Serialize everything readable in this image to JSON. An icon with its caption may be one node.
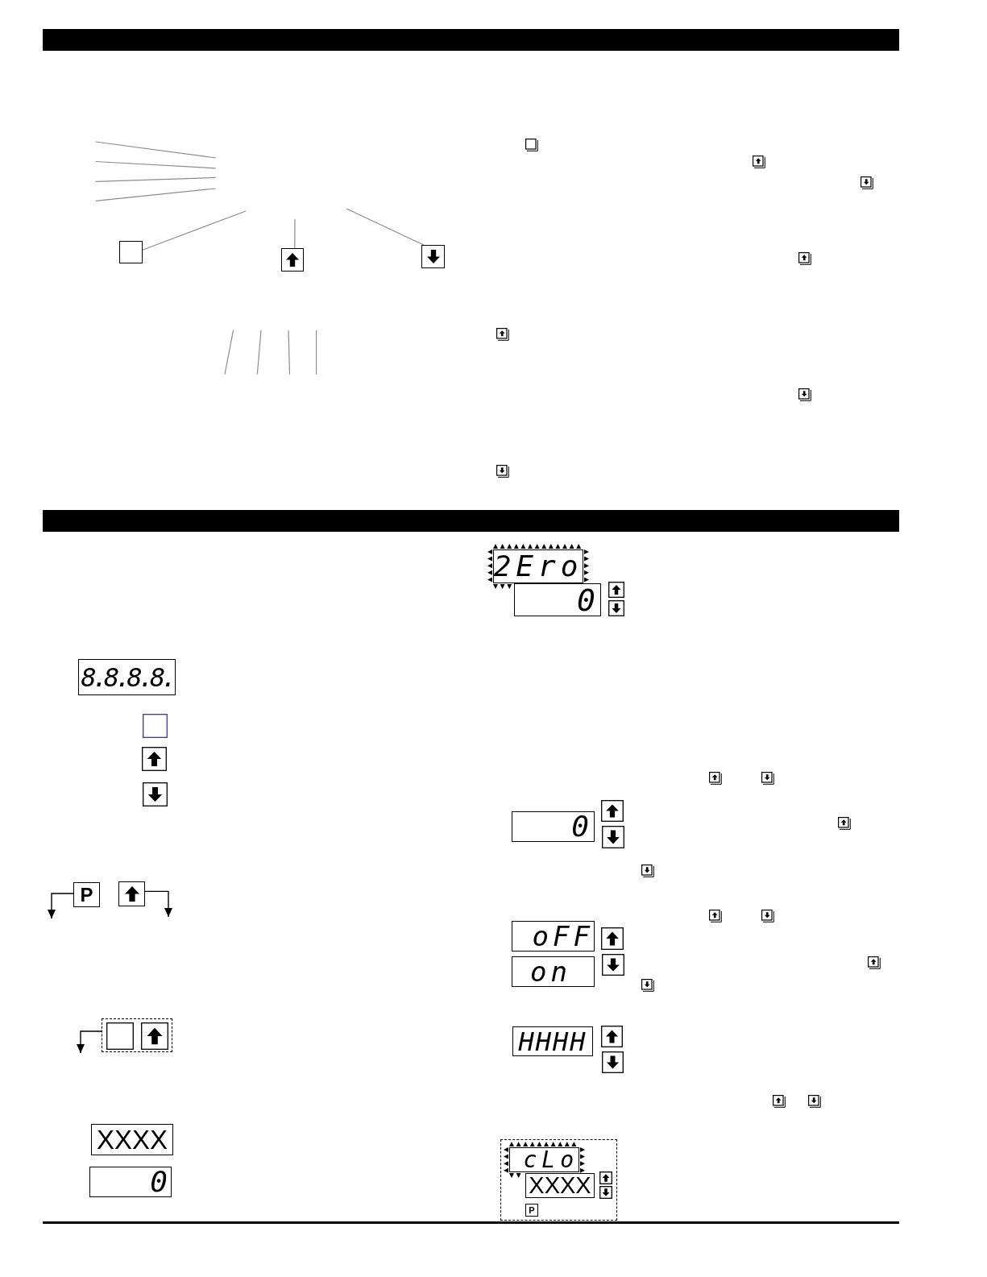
{
  "diagram": {
    "nodes": [
      {
        "text": [],
        "shape": "box"
      },
      {
        "text": [],
        "shape": "box"
      },
      {
        "text": [],
        "shape": "box"
      },
      {
        "text": [
          "8.8.8.8."
        ]
      },
      {
        "text": [
          "P"
        ]
      },
      {
        "text": [],
        "shape": "box"
      },
      {
        "text": [],
        "shape": "box"
      },
      {
        "text": [
          "XXXX"
        ]
      },
      {
        "text": [
          "0"
        ]
      },
      {
        "text": [
          "2Ero"
        ]
      },
      {
        "text": [
          "0"
        ]
      },
      {
        "text": [
          "0"
        ]
      },
      {
        "text": [
          "oFF"
        ]
      },
      {
        "text": [
          "on"
        ]
      },
      {
        "text": [
          "HHHH"
        ]
      },
      {
        "text": [],
        "shape": "box"
      },
      {
        "text": [
          "cLo"
        ],
        "in": 15
      },
      {
        "text": [
          "XXXX"
        ],
        "in": 15
      },
      {
        "text": [
          "P"
        ],
        "in": 15
      }
    ],
    "edges": [
      {
        "from": null,
        "to": 0,
        "arrow": "none",
        "color": "#8c8c8c"
      },
      {
        "from": null,
        "to": 1,
        "arrow": "none",
        "color": "#8c8c8c"
      },
      {
        "from": null,
        "to": 2,
        "arrow": "none",
        "color": "#8c8c8c"
      },
      {
        "from": 4,
        "to": null,
        "arrow": "to",
        "color": "#000000"
      },
      {
        "from": 5,
        "to": null,
        "arrow": "to",
        "color": "#000000"
      },
      {
        "from": 6,
        "to": null,
        "arrow": "to",
        "color": "#000000"
      }
    ]
  }
}
